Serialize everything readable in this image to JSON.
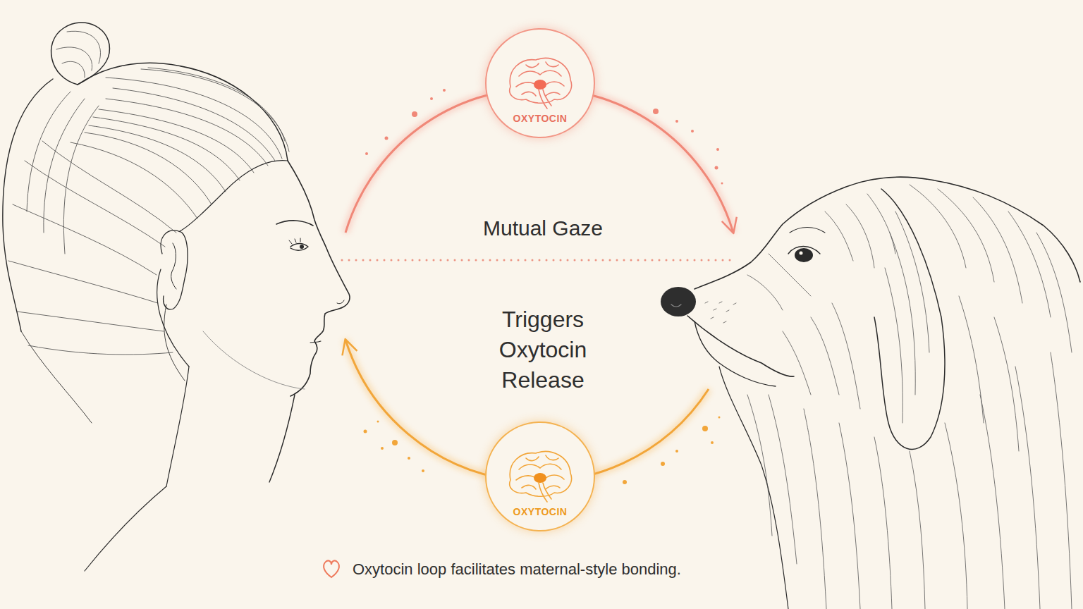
{
  "diagram": {
    "caption": "Oxytocin loop facilitates maternal-style bonding.",
    "nodes": [
      {
        "text": [
          "OXYTOCIN"
        ]
      },
      {
        "text": [
          "OXYTOCIN"
        ]
      }
    ],
    "labels": [
      "Mutual Gaze",
      "Triggers Oxytocin Release"
    ]
  }
}
